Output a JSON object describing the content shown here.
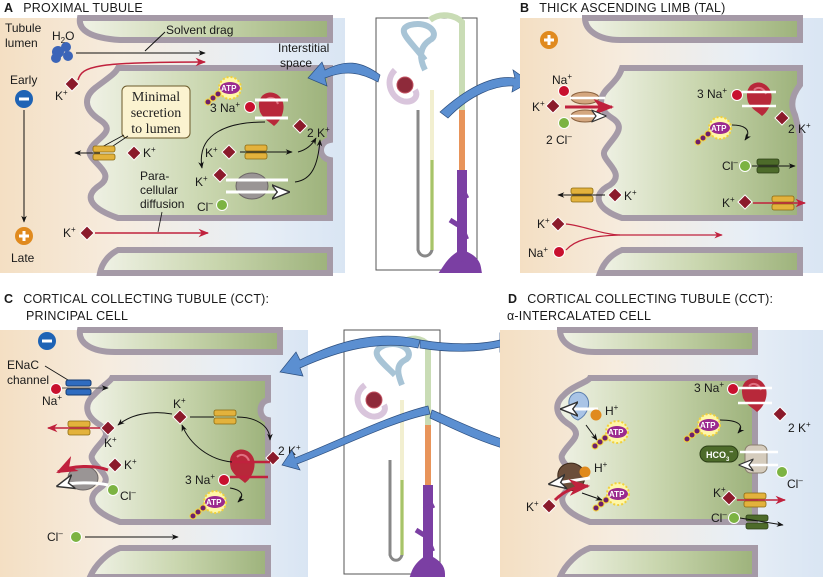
{
  "panels": {
    "A": {
      "letter": "A",
      "title": "PROXIMAL TUBULE",
      "labels": {
        "tubule_lumen_1": "Tubule",
        "tubule_lumen_2": "lumen",
        "h2o": "H",
        "h2o_sub": "2",
        "h2o_o": "O",
        "solvent_drag": "Solvent drag",
        "interstitial_1": "Interstitial",
        "interstitial_2": "space",
        "early": "Early",
        "late": "Late",
        "k_plus": "K",
        "plus": "+",
        "minus": "–",
        "callout_1": "Minimal",
        "callout_2": "secretion",
        "callout_3": "to lumen",
        "na3": "3 Na",
        "k2": "2 K",
        "cl": "Cl",
        "para_1": "Para-",
        "para_2": "cellular",
        "para_3": "diffusion",
        "atp": "ATP"
      }
    },
    "B": {
      "letter": "B",
      "title": "THICK ASCENDING LIMB (TAL)",
      "labels": {
        "na": "Na",
        "k": "K",
        "cl2": "2 Cl",
        "na3": "3 Na",
        "k2": "2 K",
        "cl": "Cl",
        "atp": "ATP",
        "plus": "+",
        "minus": "–"
      }
    },
    "C": {
      "letter": "C",
      "title_1": "CORTICAL COLLECTING TUBULE (CCT):",
      "title_2": "PRINCIPAL CELL",
      "labels": {
        "enac_1": "ENaC",
        "enac_2": "channel",
        "na": "Na",
        "k": "K",
        "cl": "Cl",
        "na3": "3 Na",
        "k2": "2 K",
        "atp": "ATP",
        "plus": "+",
        "minus": "–"
      }
    },
    "D": {
      "letter": "D",
      "title_1": "CORTICAL COLLECTING TUBULE (CCT):",
      "title_2": "α-INTERCALATED CELL",
      "labels": {
        "h": "H",
        "k": "K",
        "na3": "3 Na",
        "k2": "2 K",
        "hco3": "HCO",
        "hco3_sub": "3",
        "cl": "Cl",
        "atp": "ATP",
        "plus": "+",
        "minus": "–"
      }
    }
  },
  "colors": {
    "membrane": "#a59aa7",
    "cell_green": "#b9c99a",
    "lumen_beige": "#f3dfc4",
    "interstitial_blue": "#dbe6f3",
    "potassium": "#8b1a2b",
    "sodium": "#c8102e",
    "chloride": "#7cb342",
    "proton": "#e08a1e",
    "atp_purple": "#9b2a8f",
    "arrow_blue": "#5b8fd1",
    "minus_blue": "#1e63b5",
    "plus_orange": "#e08a1e",
    "k_channel_yellow": "#e3b23c",
    "cl_channel_green": "#4d6b2a",
    "enac_blue": "#2f6cc0"
  }
}
